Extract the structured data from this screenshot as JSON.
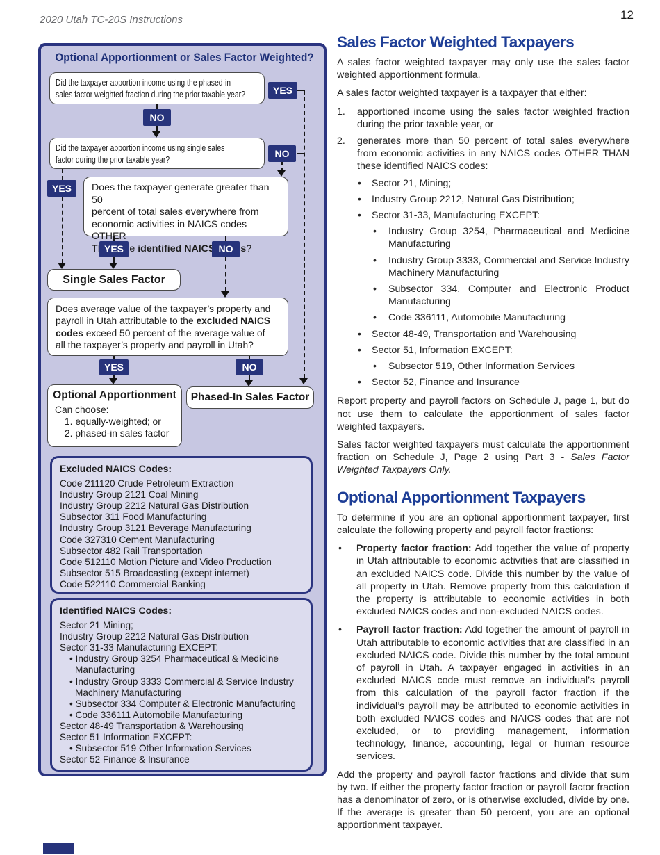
{
  "colors": {
    "heading_blue": "#1e3e96",
    "navy": "#27337b",
    "navy_border": "#2b3480",
    "lavender": "#c7c7e2",
    "inner_fill": "#dcdcee"
  },
  "chars": {
    "bullet": "•"
  },
  "header": {
    "doc_title": "2020 Utah TC-20S Instructions",
    "page_number": "12"
  },
  "flowchart": {
    "title": "Optional Apportionment or Sales Factor Weighted?",
    "yes_label": "YES",
    "no_label": "NO",
    "q1": "Did the taxpayer apportion income using the phased-in\nsales factor weighted fraction during the prior taxable year?",
    "q2": "Did the taxpayer apportion income using single sales\nfactor during the prior taxable year?",
    "q3_pre": "Does the taxpayer generate greater than 50\npercent of total sales everywhere from\neconomic activities in NAICS codes OTHER\nTHAN the ",
    "q3_bold": "identified NAICS codes",
    "q3_post": "?",
    "q4_pre": "Does average value of the taxpayer’s property and\npayroll in Utah attributable to the ",
    "q4_bold": "excluded NAICS\ncodes",
    "q4_post": " exceed 50 percent of the average value of\nall the taxpayer’s property and payroll in Utah?",
    "single_sales": "Single Sales Factor",
    "optional_title": "Optional Apportionment",
    "optional_line1": "Can choose:",
    "optional_line2": "1. equally-weighted; or",
    "optional_line3": "2. phased-in sales factor",
    "phased": "Phased-In Sales Factor",
    "excluded_box": {
      "title": "Excluded NAICS Codes:",
      "lines": [
        "Code 211120 Crude Petroleum Extraction",
        "Industry Group 2121 Coal Mining",
        "Industry Group 2212 Natural Gas Distribution",
        "Subsector 311 Food Manufacturing",
        "Industry Group 3121 Beverage Manufacturing",
        "Code 327310 Cement Manufacturing",
        "Subsector 482 Rail Transportation",
        "Code 512110 Motion Picture and Video Production",
        "Subsector 515 Broadcasting (except internet)",
        "Code 522110 Commercial Banking"
      ]
    },
    "identified_box": {
      "title": "Identified NAICS Codes:",
      "lines": [
        {
          "t": "Sector 21 Mining;",
          "cls": "l0"
        },
        {
          "t": "Industry Group 2212 Natural Gas Distribution",
          "cls": "l0"
        },
        {
          "t": "Sector 31-33 Manufacturing EXCEPT:",
          "cls": "l0"
        },
        {
          "t": "• Industry Group 3254 Pharmaceutical & Medicine",
          "cls": "l1"
        },
        {
          "t": "Manufacturing",
          "cls": "l2"
        },
        {
          "t": "• Industry Group 3333 Commercial & Service Industry",
          "cls": "l1"
        },
        {
          "t": "Machinery Manufacturing",
          "cls": "l2"
        },
        {
          "t": "• Subsector 334 Computer & Electronic Manufacturing",
          "cls": "l1"
        },
        {
          "t": "• Code 336111 Automobile Manufacturing",
          "cls": "l1"
        },
        {
          "t": "Sector 48-49 Transportation & Warehousing",
          "cls": "l0"
        },
        {
          "t": "Sector 51 Information EXCEPT:",
          "cls": "l0"
        },
        {
          "t": "• Subsector 519 Other Information Services",
          "cls": "l1"
        },
        {
          "t": "Sector 52 Finance & Insurance",
          "cls": "l0"
        }
      ]
    }
  },
  "sales_section": {
    "heading": "Sales Factor Weighted Taxpayers",
    "p1": "A sales factor weighted taxpayer may only use the sales factor weighted apportionment formula.",
    "p2": "A sales factor weighted taxpayer is a taxpayer that either:",
    "item1_no": "1.",
    "item1": "apportioned income using the sales factor weighted fraction during the prior taxable year, or",
    "item2_no": "2.",
    "item2": "generates more than 50 percent of total sales everywhere from economic activities in any NAICS codes OTHER THAN these identified NAICS codes:",
    "bullets": [
      {
        "t": "Sector 21, Mining;",
        "cls": "b1"
      },
      {
        "t": "Industry Group 2212, Natural Gas Distribution;",
        "cls": "b1"
      },
      {
        "t": "Sector 31-33, Manufacturing EXCEPT:",
        "cls": "b1"
      },
      {
        "t": "Industry Group 3254, Pharmaceutical and Medicine Manufacturing",
        "cls": "b2"
      },
      {
        "t": "Industry Group 3333, Commercial and Service Industry Machinery Manufacturing",
        "cls": "b2"
      },
      {
        "t": "Subsector 334, Computer and Electronic Product Manufacturing",
        "cls": "b2"
      },
      {
        "t": "Code 336111, Automobile Manufacturing",
        "cls": "b2"
      },
      {
        "t": "Sector 48-49, Transportation and Warehousing",
        "cls": "b1"
      },
      {
        "t": "Sector 51, Information EXCEPT:",
        "cls": "b1"
      },
      {
        "t": "Subsector 519, Other Information Services",
        "cls": "b2"
      },
      {
        "t": "Sector 52, Finance and Insurance",
        "cls": "b1"
      }
    ],
    "p3": "Report property and payroll factors on Schedule J, page 1, but do not use them to calculate the apportionment of sales factor weighted taxpayers.",
    "p4_pre": "Sales factor weighted taxpayers must calculate the apportionment fraction on Schedule J, Page 2 using Part 3 - ",
    "p4_italic": "Sales Factor Weighted Taxpayers Only."
  },
  "optional_section": {
    "heading": "Optional Apportionment Taxpayers",
    "p1": "To determine if you are an optional apportionment taxpayer, first calculate the following property and payroll factor fractions:",
    "b1_lead": "Property factor fraction:",
    "b1_text": " Add together the value of property in Utah attributable to economic activities that are classified in an excluded NAICS code. Divide this number by the value of all property in Utah. Remove property from this calculation if the property is attributable to economic activities in both excluded NAICS codes and non-excluded NAICS codes.",
    "b2_lead": "Payroll factor fraction:",
    "b2_text": " Add together the amount of payroll in Utah attributable to economic activities that are classified in an excluded NAICS code. Divide this number by the total amount of payroll in Utah. A taxpayer engaged in activities in an excluded NAICS code must remove an individual’s payroll from this calculation of the payroll factor fraction if the individual’s payroll may be attributed to economic activities in both excluded NAICS codes and NAICS codes that are not excluded, or to providing management, information technology, finance, accounting, legal or human resource services.",
    "p2": "Add the property and payroll factor fractions and divide that sum by two. If either the property factor fraction or payroll factor fraction has a denominator of zero, or is otherwise excluded, divide by one. If the average is greater than 50 percent, you are an optional apportionment taxpayer."
  }
}
